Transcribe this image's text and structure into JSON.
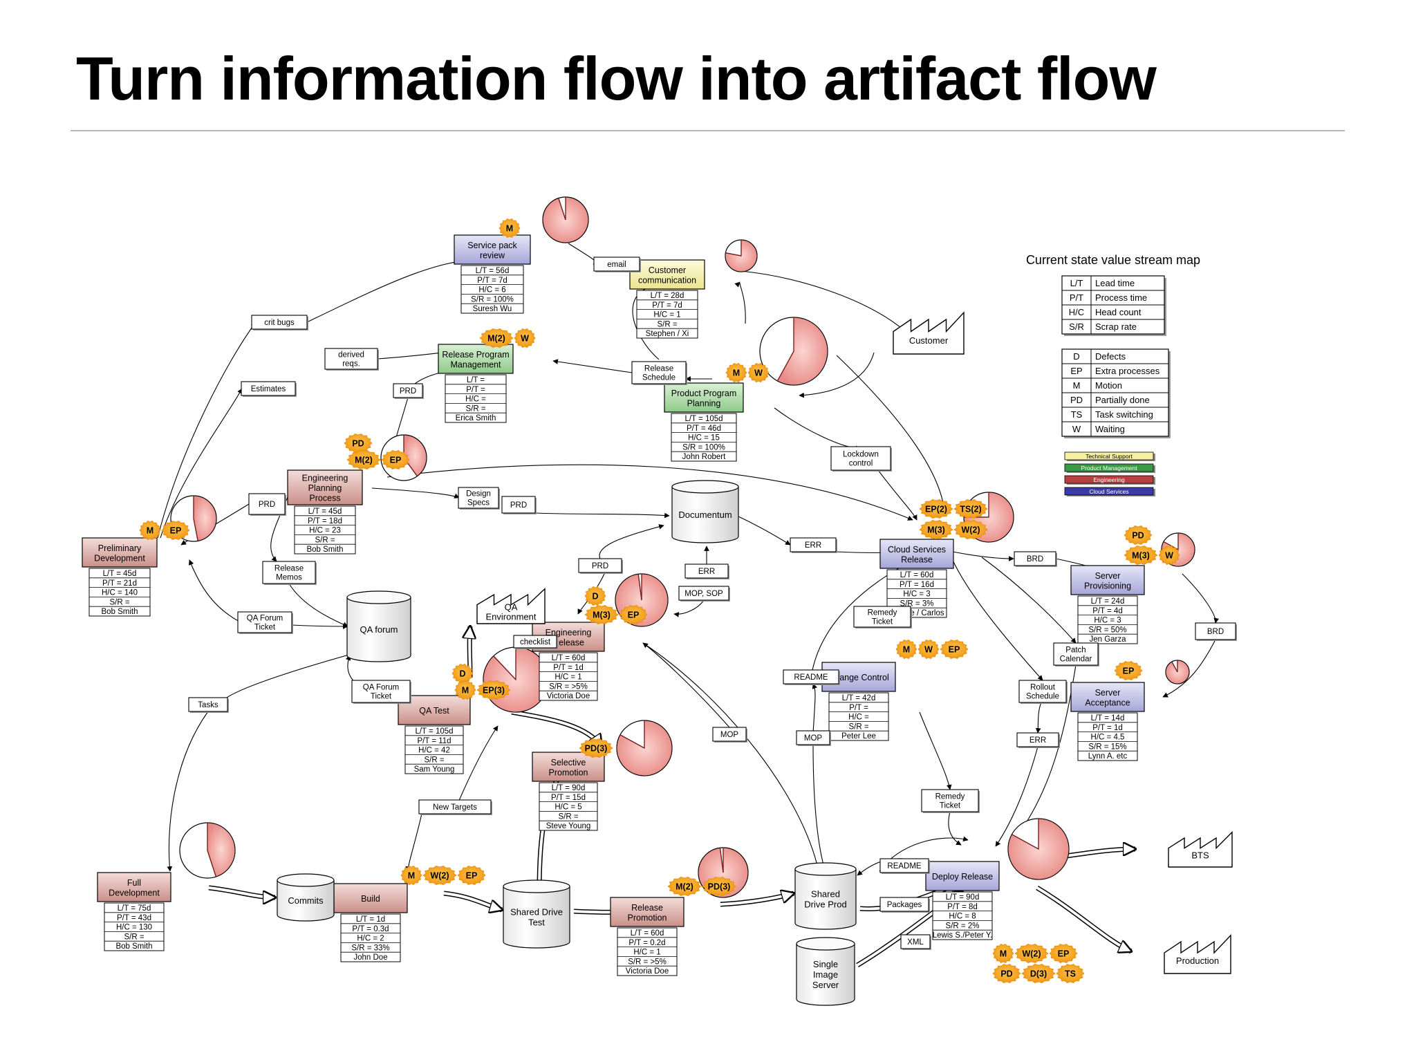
{
  "slide": {
    "title": "Turn information flow into artifact flow"
  },
  "legend": {
    "title": "Current state value stream map",
    "metrics": [
      {
        "code": "L/T",
        "label": "Lead time"
      },
      {
        "code": "P/T",
        "label": "Process time"
      },
      {
        "code": "H/C",
        "label": "Head count"
      },
      {
        "code": "S/R",
        "label": "Scrap rate"
      }
    ],
    "waste": [
      {
        "code": "D",
        "label": "Defects"
      },
      {
        "code": "EP",
        "label": "Extra processes"
      },
      {
        "code": "M",
        "label": "Motion"
      },
      {
        "code": "PD",
        "label": "Partially done"
      },
      {
        "code": "TS",
        "label": "Task switching"
      },
      {
        "code": "W",
        "label": "Waiting"
      }
    ],
    "teams": [
      {
        "label": "Technical Support",
        "color": "#f5f0a2"
      },
      {
        "label": "Product Management",
        "color": "#3a9a45"
      },
      {
        "label": "Engineering",
        "color": "#b84040"
      },
      {
        "label": "Cloud Services",
        "color": "#3a3aa8"
      }
    ]
  },
  "colors": {
    "techsupport": "#f7f2b2",
    "product": "#a8d8a4",
    "engineering": "#dcaaa4",
    "cloud": "#bcbce6",
    "badge": "#f2a21c",
    "pie": "#f1a5a0",
    "pie_dark": "#c63a3a"
  },
  "processes": [
    {
      "id": "service_pack",
      "title": [
        "Service pack",
        "review"
      ],
      "team": "cloud",
      "metrics": [
        "L/T = 56d",
        "P/T = 7d",
        "H/C = 6",
        "S/R = 100%",
        "Suresh Wu"
      ],
      "badges": [
        [
          "M"
        ]
      ],
      "pie": 0.95
    },
    {
      "id": "customer_comm",
      "title": [
        "Customer",
        "communication"
      ],
      "team": "techsupport",
      "metrics": [
        "L/T = 28d",
        "P/T = 7d",
        "H/C = 1",
        "S/R =",
        "Stephen / Xi"
      ],
      "badges": [],
      "pie": 0.78
    },
    {
      "id": "release_prog",
      "title": [
        "Release Program",
        "Management"
      ],
      "team": "product",
      "metrics": [
        "L/T =",
        "P/T =",
        "H/C =",
        "S/R =",
        "Erica Smith"
      ],
      "badges": [
        [
          "M(2)",
          "W"
        ]
      ],
      "pie": null
    },
    {
      "id": "product_prog",
      "title": [
        "Product Program",
        "Planning"
      ],
      "team": "product",
      "metrics": [
        "L/T = 105d",
        "P/T = 46d",
        "H/C = 15",
        "S/R =  100%",
        "John Robert"
      ],
      "badges": [
        [
          "M",
          "W"
        ]
      ],
      "pie": 0.58
    },
    {
      "id": "eng_planning",
      "title": [
        "Engineering",
        "Planning",
        "Process"
      ],
      "team": "engineering",
      "metrics": [
        "L/T = 45d",
        "P/T = 18d",
        "H/C = 23",
        "S/R =",
        "Bob Smith"
      ],
      "badges": [
        [
          "PD"
        ],
        [
          "M(2)",
          "EP"
        ]
      ],
      "pie": 0.4
    },
    {
      "id": "prelim_dev",
      "title": [
        "Preliminary",
        "Development"
      ],
      "team": "engineering",
      "metrics": [
        "L/T = 45d",
        "P/T = 21d",
        "H/C = 140",
        "S/R =",
        "Bob Smith"
      ],
      "badges": [
        [
          "M",
          "EP"
        ]
      ],
      "pie": 0.47
    },
    {
      "id": "eng_release",
      "title": [
        "Engineering",
        "Release"
      ],
      "team": "engineering",
      "metrics": [
        "L/T = 60d",
        "P/T = 1d",
        "H/C = 1",
        "S/R = >5%",
        "Victoria Doe"
      ],
      "badges": [
        [
          "D"
        ],
        [
          "M(3)",
          "EP"
        ]
      ],
      "pie": 0.98
    },
    {
      "id": "qa_test",
      "title": [
        "QA Test"
      ],
      "team": "engineering",
      "metrics": [
        "L/T = 105d",
        "P/T = 11d",
        "H/C = 42",
        "S/R =",
        "Sam Young"
      ],
      "badges": [
        [
          "D"
        ],
        [
          "M",
          "EP(3)"
        ]
      ],
      "pie": 0.88
    },
    {
      "id": "selective_promo",
      "title": [
        "Selective",
        "Promotion"
      ],
      "team": "engineering",
      "metrics": [
        "L/T = 90d",
        "P/T = 15d",
        "H/C = 5",
        "S/R =",
        "Steve Young"
      ],
      "badges": [
        [
          "PD(3)"
        ]
      ],
      "pie": 0.83
    },
    {
      "id": "cloud_release",
      "title": [
        "Cloud Services",
        "Release"
      ],
      "team": "cloud",
      "metrics": [
        "L/T = 60d",
        "P/T = 16d",
        "H/C = 3",
        "S/R = 3%",
        "Reggie / Carlos"
      ],
      "badges": [
        [
          "EP(2)",
          "TS(2)"
        ],
        [
          "M(3)",
          "W(2)"
        ]
      ],
      "pie": 0.75
    },
    {
      "id": "server_prov",
      "title": [
        "Server",
        "Provisioning"
      ],
      "team": "cloud",
      "metrics": [
        "L/T = 24d",
        "P/T = 4d",
        "H/C = 3",
        "S/R = 50%",
        "Jen Garza"
      ],
      "badges": [
        [
          "PD"
        ],
        [
          "M(3)",
          "W"
        ]
      ],
      "pie": 0.83
    },
    {
      "id": "change_control",
      "title": [
        "Change Control"
      ],
      "team": "cloud",
      "metrics": [
        "L/T = 42d",
        "P/T =",
        "H/C =",
        "S/R =",
        "Peter Lee"
      ],
      "badges": [
        [
          "M",
          "W",
          "EP"
        ]
      ],
      "pie": null
    },
    {
      "id": "server_accept",
      "title": [
        "Server",
        "Acceptance"
      ],
      "team": "cloud",
      "metrics": [
        "L/T = 14d",
        "P/T = 1d",
        "H/C = 4.5",
        "S/R = 15%",
        "Lynn A. etc"
      ],
      "badges": [
        [
          "EP"
        ]
      ],
      "pie": 0.92
    },
    {
      "id": "full_dev",
      "title": [
        "Full",
        "Development"
      ],
      "team": "engineering",
      "metrics": [
        "L/T = 75d",
        "P/T = 43d",
        "H/C = 130",
        "S/R =",
        "Bob Smith"
      ],
      "badges": [],
      "pie": 0.45
    },
    {
      "id": "build",
      "title": [
        "Build"
      ],
      "team": "engineering",
      "metrics": [
        "L/T = 1d",
        "P/T = 0.3d",
        "H/C = 2",
        "S/R = 33%",
        "John Doe"
      ],
      "badges": [
        [
          "M",
          "W(2)",
          "EP"
        ]
      ],
      "pie": null
    },
    {
      "id": "release_promo",
      "title": [
        "Release",
        "Promotion"
      ],
      "team": "engineering",
      "metrics": [
        "L/T = 60d",
        "P/T = 0.2d",
        "H/C = 1",
        "S/R = >5%",
        "Victoria Doe"
      ],
      "badges": [
        [
          "M(2)",
          "PD(3)"
        ]
      ],
      "pie": 0.98
    },
    {
      "id": "deploy_release",
      "title": [
        "Deploy Release"
      ],
      "team": "cloud",
      "metrics": [
        "L/T = 90d",
        "P/T = 8d",
        "H/C = 8",
        "S/R = 2%",
        "Lewis S./Peter Y."
      ],
      "badges": [
        [
          "M",
          "W(2)",
          "EP"
        ],
        [
          "PD",
          "D(3)",
          "TS"
        ]
      ],
      "pie": 0.83
    }
  ],
  "stores": [
    {
      "id": "documentum",
      "label": [
        "Documentum"
      ]
    },
    {
      "id": "qa_forum",
      "label": [
        "QA forum"
      ]
    },
    {
      "id": "commits",
      "label": [
        "Commits"
      ]
    },
    {
      "id": "shared_drive_test",
      "label": [
        "Shared Drive",
        "Test"
      ]
    },
    {
      "id": "shared_drive_prod",
      "label": [
        "Shared",
        "Drive Prod"
      ]
    },
    {
      "id": "single_image",
      "label": [
        "Single",
        "Image",
        "Server"
      ]
    }
  ],
  "factories": [
    {
      "id": "customer",
      "label": [
        "Customer"
      ]
    },
    {
      "id": "qa_env",
      "label": [
        "QA",
        "Environment"
      ]
    },
    {
      "id": "bts",
      "label": [
        "BTS"
      ]
    },
    {
      "id": "production",
      "label": [
        "Production"
      ]
    }
  ],
  "documents": [
    {
      "id": "email",
      "label": [
        "email"
      ]
    },
    {
      "id": "crit_bugs",
      "label": [
        "crit bugs"
      ]
    },
    {
      "id": "derived_reqs",
      "label": [
        "derived",
        "reqs."
      ]
    },
    {
      "id": "estimates",
      "label": [
        "Estimates"
      ]
    },
    {
      "id": "prd_top",
      "label": [
        "PRD"
      ]
    },
    {
      "id": "release_schedule",
      "label": [
        "Release",
        "Schedule"
      ]
    },
    {
      "id": "prd_left",
      "label": [
        "PRD"
      ]
    },
    {
      "id": "design_specs",
      "label": [
        "Design",
        "Specs"
      ]
    },
    {
      "id": "prd_mid",
      "label": [
        "PRD"
      ]
    },
    {
      "id": "lockdown",
      "label": [
        "Lockdown",
        "control"
      ]
    },
    {
      "id": "release_memos",
      "label": [
        "Release",
        "Memos"
      ]
    },
    {
      "id": "qa_forum_ticket_1",
      "label": [
        "QA Forum",
        "Ticket"
      ]
    },
    {
      "id": "prd_doc",
      "label": [
        "PRD"
      ]
    },
    {
      "id": "err_doc",
      "label": [
        "ERR"
      ]
    },
    {
      "id": "mop_sop",
      "label": [
        "MOP, SOP"
      ]
    },
    {
      "id": "err_cloud",
      "label": [
        "ERR"
      ]
    },
    {
      "id": "brd_1",
      "label": [
        "BRD"
      ]
    },
    {
      "id": "checklist",
      "label": [
        "checklist"
      ]
    },
    {
      "id": "qa_forum_ticket_2",
      "label": [
        "QA Forum",
        "Ticket"
      ]
    },
    {
      "id": "tasks",
      "label": [
        "Tasks"
      ]
    },
    {
      "id": "remedy_1",
      "label": [
        "Remedy",
        "Ticket"
      ]
    },
    {
      "id": "readme_1",
      "label": [
        "README"
      ]
    },
    {
      "id": "mop_1",
      "label": [
        "MOP"
      ]
    },
    {
      "id": "mop_2",
      "label": [
        "MOP"
      ]
    },
    {
      "id": "patch_calendar",
      "label": [
        "Patch",
        "Calendar"
      ]
    },
    {
      "id": "rollout",
      "label": [
        "Rollout",
        "Schedule"
      ]
    },
    {
      "id": "err_deploy",
      "label": [
        "ERR"
      ]
    },
    {
      "id": "brd_2",
      "label": [
        "BRD"
      ]
    },
    {
      "id": "new_targets",
      "label": [
        "New Targets"
      ]
    },
    {
      "id": "remedy_2",
      "label": [
        "Remedy",
        "Ticket"
      ]
    },
    {
      "id": "readme_2",
      "label": [
        "README"
      ]
    },
    {
      "id": "packages",
      "label": [
        "Packages"
      ]
    },
    {
      "id": "xml",
      "label": [
        "XML"
      ]
    }
  ]
}
